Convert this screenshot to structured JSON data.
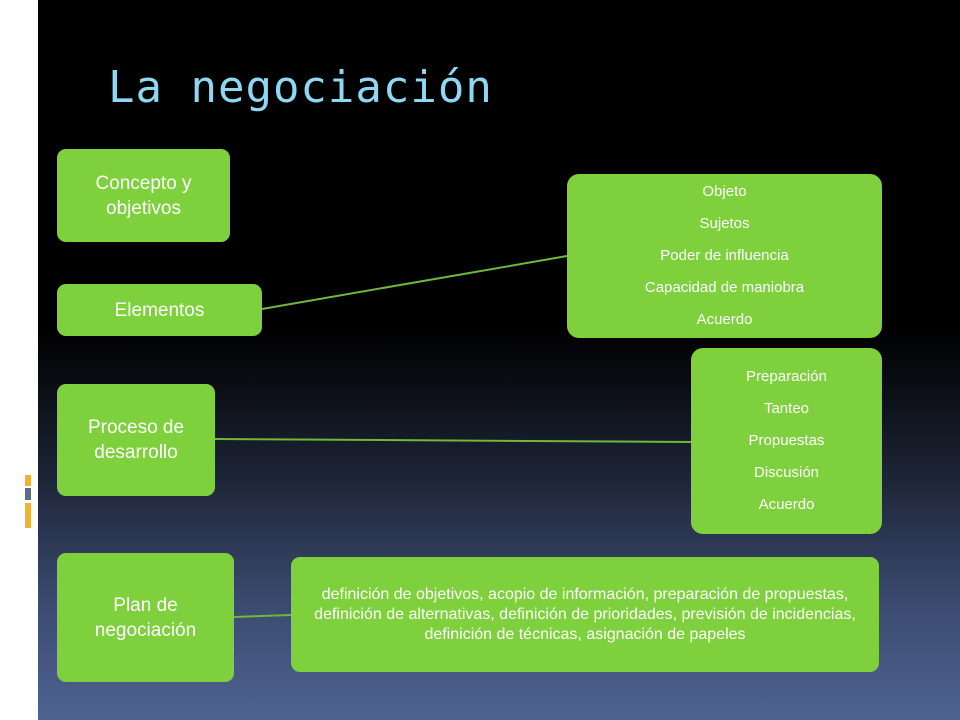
{
  "slide": {
    "title": "La negociación",
    "accent_colors": {
      "box_fill": "#7ed13d",
      "title_text": "#8ed8f3",
      "connector": "#6fb83a"
    }
  },
  "boxes": {
    "concepto": {
      "lines": [
        "Concepto y",
        "objetivos"
      ]
    },
    "elementos": {
      "lines": [
        "Elementos"
      ]
    },
    "proceso": {
      "lines": [
        "Proceso de",
        "desarrollo"
      ]
    },
    "plan": {
      "lines": [
        "Plan de",
        "negociación"
      ]
    }
  },
  "details": {
    "elementos": [
      "Objeto",
      "Sujetos",
      "Poder de influencia",
      "Capacidad  de maniobra",
      "Acuerdo"
    ],
    "proceso": [
      "Preparación",
      "Tanteo",
      "Propuestas",
      "Discusión",
      "Acuerdo"
    ],
    "plan": "definición de objetivos, acopio de información, preparación de propuestas, definición de alternativas, definición de prioridades, previsión de incidencias, definición de técnicas, asignación de papeles"
  }
}
